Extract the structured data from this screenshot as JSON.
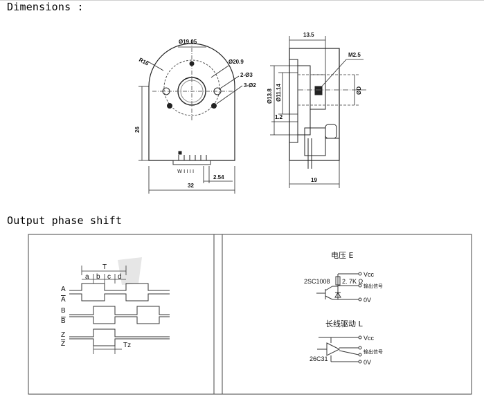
{
  "headings": {
    "dimensions": "Dimensions :",
    "phase_shift": "Output phase shift"
  },
  "front_view": {
    "dia_19": "Ø19.05",
    "dia_20": "Ø20.9",
    "r16": "R16",
    "holes_2": "2-Ø3",
    "holes_3": "3-Ø2",
    "height": "26",
    "pitch": "2.54",
    "width": "32",
    "pins": "W I I I I"
  },
  "side_view": {
    "top": "13.5",
    "screw": "M2.5",
    "d1": "Ø13.8",
    "d2": "Ø11.14",
    "shaft": "ØD",
    "offset": "1.2",
    "width": "19"
  },
  "timing": {
    "period": "T",
    "a": "a",
    "b": "b",
    "c": "c",
    "d": "d",
    "sig_a": "A",
    "sig_abar": "A",
    "sig_b": "B",
    "sig_bbar": "B",
    "sig_z": "Z",
    "sig_zbar": "Z",
    "tz": "Tz"
  },
  "circuit": {
    "voltage_title": "电压 E",
    "vcc1": "Vcc",
    "transistor1": "2SC1008",
    "resistor": "2. 7K Ω",
    "out1": "输出信号",
    "gnd1": "0V",
    "driver_title": "长线驱动 L",
    "vcc2": "Vcc",
    "out2": "输出信号",
    "transistor2": "26C31",
    "gnd2": "0V"
  }
}
